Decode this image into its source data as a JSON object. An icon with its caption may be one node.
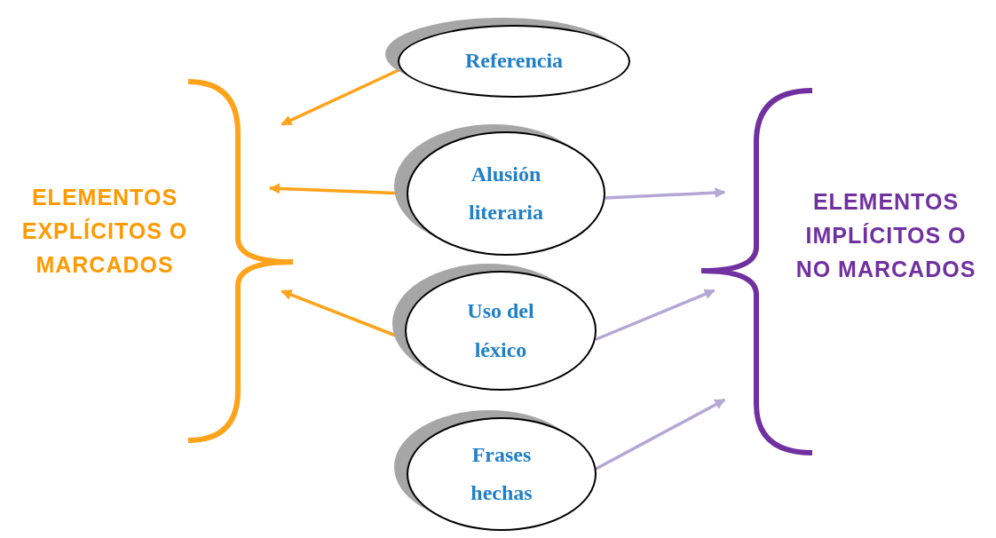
{
  "diagram": {
    "nodes": [
      {
        "text": [
          "ELEMENTOS EXPLÍCITOS O MARCADOS"
        ]
      },
      {
        "text": [],
        "shape": "brace"
      },
      {
        "text": [
          "Referencia"
        ]
      },
      {
        "text": [
          "Alusión literaria"
        ]
      },
      {
        "text": [
          "Uso del léxico"
        ]
      },
      {
        "text": [
          "Frases hechas"
        ]
      },
      {
        "text": [],
        "shape": "brace"
      },
      {
        "text": [
          "ELEMENTOS IMPLÍCITOS O NO MARCADOS"
        ]
      }
    ],
    "edges": [
      {
        "from": 2,
        "to": 1,
        "arrow": "to",
        "color": "#ffa31a"
      },
      {
        "from": 3,
        "to": 1,
        "arrow": "to",
        "color": "#ffa31a"
      },
      {
        "from": 4,
        "to": 1,
        "arrow": "to",
        "color": "#ffa31a"
      },
      {
        "from": 3,
        "to": 6,
        "arrow": "to",
        "color": "#b4a7d6"
      },
      {
        "from": 4,
        "to": 6,
        "arrow": "to",
        "color": "#b4a7d6"
      },
      {
        "from": 5,
        "to": 6,
        "arrow": "to",
        "color": "#b4a7d6"
      }
    ]
  }
}
